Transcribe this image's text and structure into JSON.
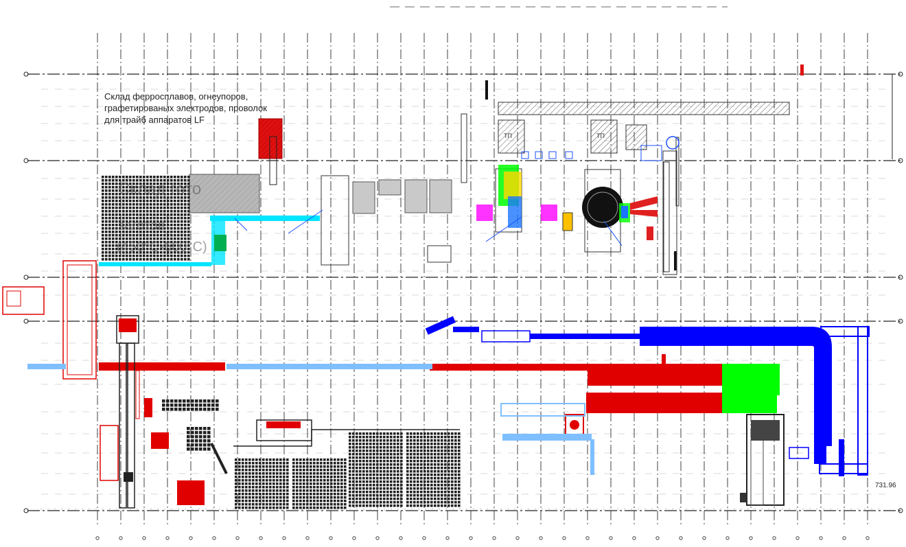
{
  "labels": {
    "warehouse_line1": "Склад ферросплавов, огнеупоров,",
    "warehouse_line2": "графетированых электродов, проволок",
    "warehouse_line3": "для трайб аппаратов LF",
    "billet_storage_line1": "Склад гото",
    "billet_storage_line2": "заготов",
    "billet_storage_line3": "(450°С-600°С)",
    "elevation_mark": "731.96",
    "transformer_left": "ТП",
    "transformer_right": "ТП"
  },
  "colors": {
    "gridline": "#222222",
    "rolling_mill": "#ff0000",
    "finishing_stands": "#7fbfff",
    "cooling_conveyor": "#0000ff",
    "cooling_bed": "#00e000",
    "cyan_conveyor": "#00e5ff",
    "ladle_furnace": "#00ff00",
    "storage_blocks": "#222222",
    "warehouse_block": "#b0b0b0"
  }
}
